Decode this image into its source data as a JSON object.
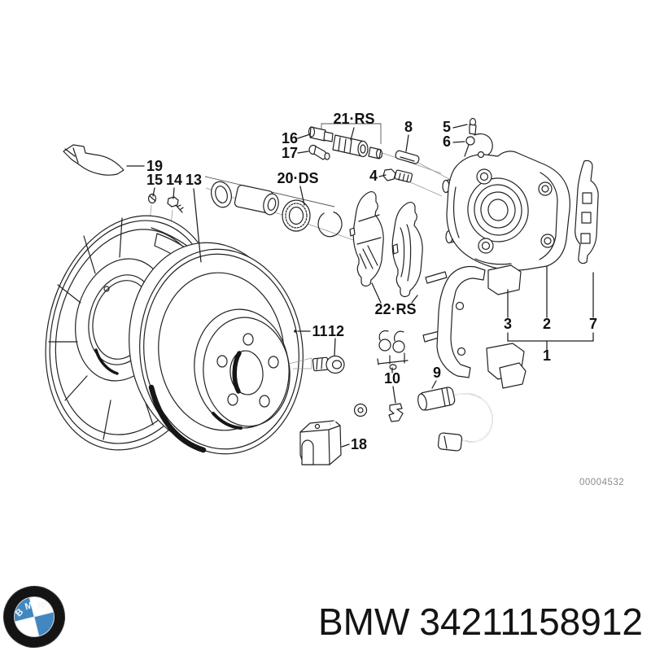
{
  "page": {
    "background": "#ffffff"
  },
  "diagram": {
    "code": "00004532",
    "callouts": {
      "1": "1",
      "2": "2",
      "3": "3",
      "4": "4",
      "5": "5",
      "6": "6",
      "7": "7",
      "8": "8",
      "9": "9",
      "10": "10",
      "11": "11",
      "12": "12",
      "13": "13",
      "14": "14",
      "15": "15",
      "16": "16",
      "17": "17",
      "18": "18",
      "19": "19",
      "20": "20·DS",
      "21": "21·RS",
      "22": "22·RS"
    }
  },
  "footer": {
    "logo_text": "BMW",
    "brand": "BMW",
    "part_number": "34211158912",
    "logo_colors": {
      "ring": "#141414",
      "blue": "#4187c0",
      "white": "#ffffff"
    }
  }
}
